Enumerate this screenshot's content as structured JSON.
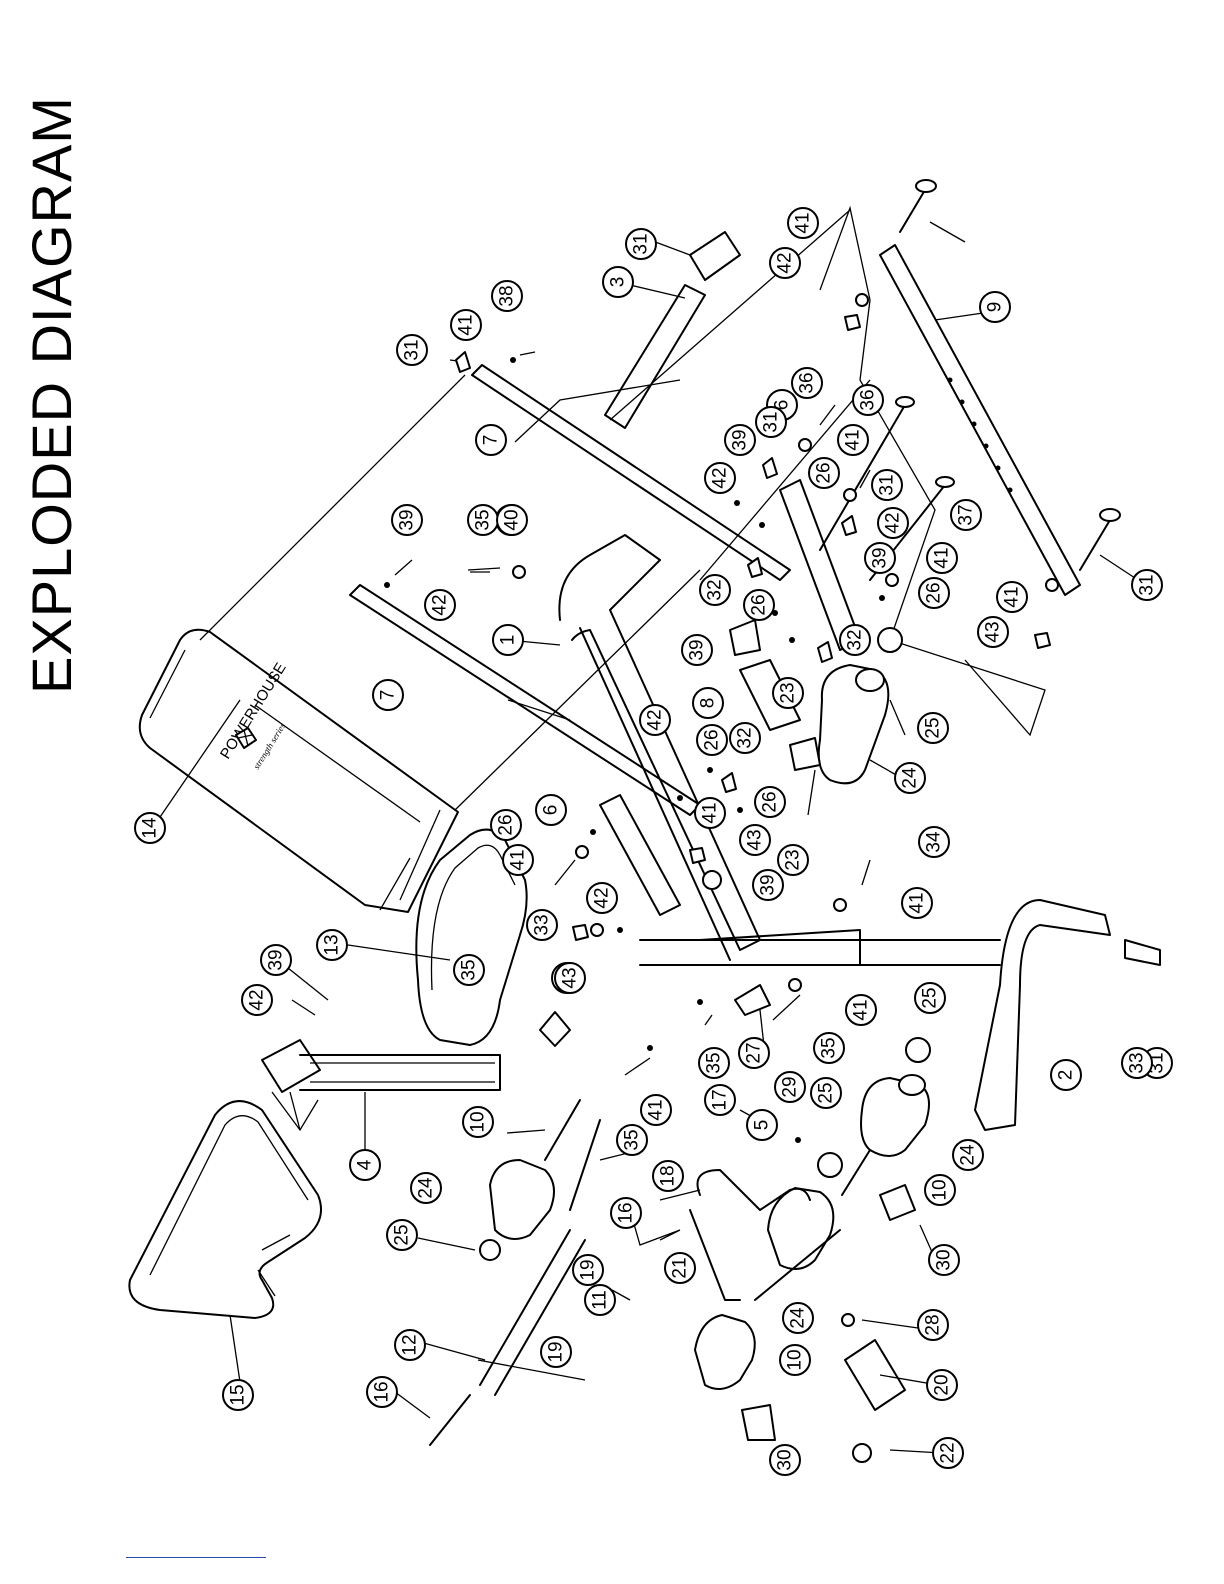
{
  "title": "EXPLODED DIAGRAM",
  "pad_brand": "POWERHOUSE",
  "pad_series": "strength series",
  "callouts": [
    {
      "label": "1"
    },
    {
      "label": "2"
    },
    {
      "label": "3"
    },
    {
      "label": "4"
    },
    {
      "label": "5"
    },
    {
      "label": "6"
    },
    {
      "label": "6"
    },
    {
      "label": "7"
    },
    {
      "label": "7"
    },
    {
      "label": "8"
    },
    {
      "label": "9"
    },
    {
      "label": "10"
    },
    {
      "label": "10"
    },
    {
      "label": "10"
    },
    {
      "label": "11"
    },
    {
      "label": "12"
    },
    {
      "label": "13"
    },
    {
      "label": "14"
    },
    {
      "label": "15"
    },
    {
      "label": "16"
    },
    {
      "label": "16"
    },
    {
      "label": "17"
    },
    {
      "label": "18"
    },
    {
      "label": "19"
    },
    {
      "label": "19"
    },
    {
      "label": "20"
    },
    {
      "label": "21"
    },
    {
      "label": "22"
    },
    {
      "label": "23"
    },
    {
      "label": "23"
    },
    {
      "label": "24"
    },
    {
      "label": "24"
    },
    {
      "label": "24"
    },
    {
      "label": "24"
    },
    {
      "label": "25"
    },
    {
      "label": "25"
    },
    {
      "label": "25"
    },
    {
      "label": "25"
    },
    {
      "label": "26"
    },
    {
      "label": "26"
    },
    {
      "label": "26"
    },
    {
      "label": "26"
    },
    {
      "label": "26"
    },
    {
      "label": "26"
    },
    {
      "label": "27"
    },
    {
      "label": "28"
    },
    {
      "label": "29"
    },
    {
      "label": "30"
    },
    {
      "label": "30"
    },
    {
      "label": "31"
    },
    {
      "label": "31"
    },
    {
      "label": "31"
    },
    {
      "label": "31"
    },
    {
      "label": "31"
    },
    {
      "label": "31"
    },
    {
      "label": "32"
    },
    {
      "label": "32"
    },
    {
      "label": "32"
    },
    {
      "label": "33"
    },
    {
      "label": "33"
    },
    {
      "label": "34"
    },
    {
      "label": "34"
    },
    {
      "label": "35"
    },
    {
      "label": "35"
    },
    {
      "label": "35"
    },
    {
      "label": "35"
    },
    {
      "label": "35"
    },
    {
      "label": "36"
    },
    {
      "label": "36"
    },
    {
      "label": "37"
    },
    {
      "label": "38"
    },
    {
      "label": "39"
    },
    {
      "label": "39"
    },
    {
      "label": "39"
    },
    {
      "label": "39"
    },
    {
      "label": "39"
    },
    {
      "label": "39"
    },
    {
      "label": "40"
    },
    {
      "label": "41"
    },
    {
      "label": "41"
    },
    {
      "label": "41"
    },
    {
      "label": "41"
    },
    {
      "label": "41"
    },
    {
      "label": "41"
    },
    {
      "label": "41"
    },
    {
      "label": "41"
    },
    {
      "label": "41"
    },
    {
      "label": "41"
    },
    {
      "label": "41"
    },
    {
      "label": "42"
    },
    {
      "label": "42"
    },
    {
      "label": "42"
    },
    {
      "label": "42"
    },
    {
      "label": "42"
    },
    {
      "label": "42"
    },
    {
      "label": "42"
    },
    {
      "label": "43"
    },
    {
      "label": "43"
    },
    {
      "label": "43"
    },
    {
      "label": "43"
    }
  ]
}
